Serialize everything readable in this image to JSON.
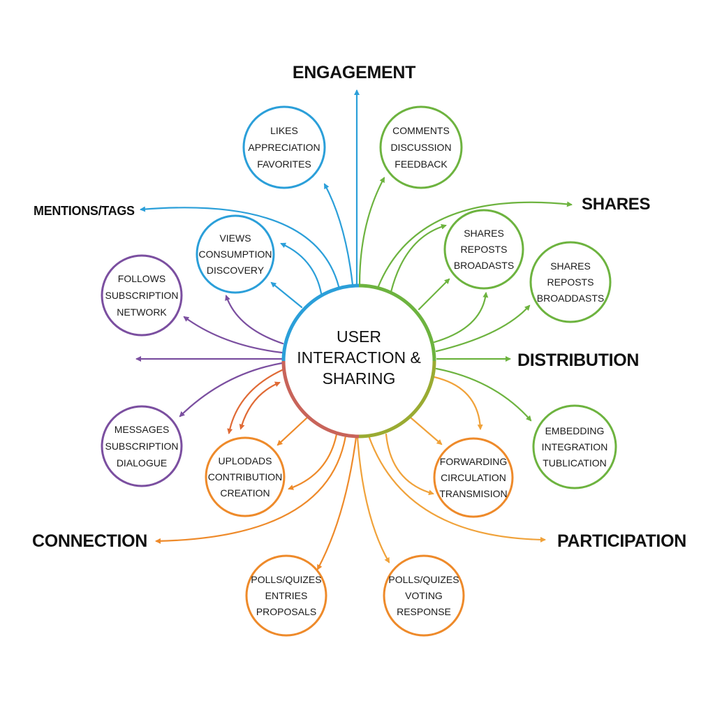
{
  "diagram": {
    "title": "User Interaction & Sharing",
    "center": {
      "lines": [
        "USER",
        "INTERACTION &",
        "SHARING"
      ]
    },
    "colors": {
      "blue": "#2b9fd9",
      "green": "#6db33f",
      "purple": "#7b4fa0",
      "orange": "#ee8a2a",
      "red_orange": "#d9693a",
      "olive": "#9aab32",
      "rose": "#c8645a",
      "text": "#111111"
    },
    "categories": [
      {
        "id": "engagement",
        "label": "ENGAGEMENT"
      },
      {
        "id": "shares",
        "label": "SHARES"
      },
      {
        "id": "mentions",
        "label": "MENTIONS/TAGS"
      },
      {
        "id": "distribution",
        "label": "DISTRIBUTION"
      },
      {
        "id": "connection",
        "label": "CONNECTION"
      },
      {
        "id": "participation",
        "label": "PARTICIPATION"
      }
    ],
    "nodes": [
      {
        "id": "likes",
        "color": "blue",
        "lines": [
          "LIKES",
          "APPRECIATION",
          "FAVORITES"
        ]
      },
      {
        "id": "comments",
        "color": "green",
        "lines": [
          "COMMENTS",
          "DISCUSSION",
          "FEEDBACK"
        ]
      },
      {
        "id": "views",
        "color": "blue",
        "lines": [
          "VIEWS",
          "CONSUMPTION",
          "DISCOVERY"
        ]
      },
      {
        "id": "shares1",
        "color": "green",
        "lines": [
          "SHARES",
          "REPOSTS",
          "BROADASTS"
        ]
      },
      {
        "id": "shares2",
        "color": "green",
        "lines": [
          "SHARES",
          "REPOSTS",
          "BROADDASTS"
        ]
      },
      {
        "id": "follows",
        "color": "purple",
        "lines": [
          "FOLLOWS",
          "SUBSCRIPTION",
          "NETWORK"
        ]
      },
      {
        "id": "messages",
        "color": "purple",
        "lines": [
          "MESSAGES",
          "SUBSCRIPTION",
          "DIALOGUE"
        ]
      },
      {
        "id": "uploads",
        "color": "orange",
        "lines": [
          "UPLODADS",
          "CONTRIBUTION",
          "CREATION"
        ]
      },
      {
        "id": "forwarding",
        "color": "orange",
        "lines": [
          "FORWARDING",
          "CIRCULATION",
          "TRANSMISION"
        ]
      },
      {
        "id": "embedding",
        "color": "green",
        "lines": [
          "EMBEDDING",
          "INTEGRATION",
          "TUBLICATION"
        ]
      },
      {
        "id": "polls1",
        "color": "orange",
        "lines": [
          "POLLS/QUIZES",
          "ENTRIES",
          "PROPOSALS"
        ]
      },
      {
        "id": "polls2",
        "color": "orange",
        "lines": [
          "POLLS/QUIZES",
          "VOTING",
          "RESPONSE"
        ]
      }
    ]
  }
}
